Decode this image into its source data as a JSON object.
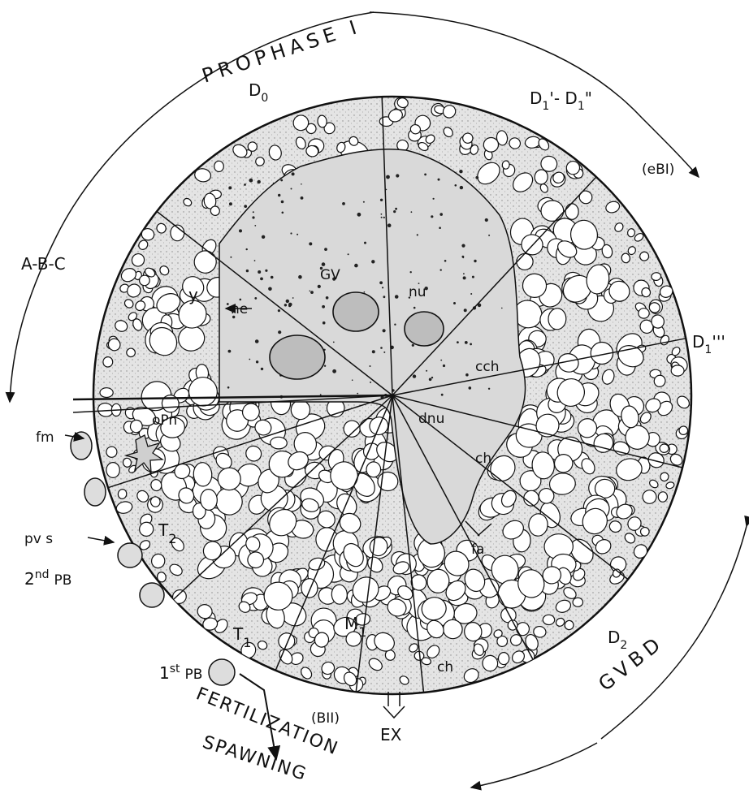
{
  "diagram": {
    "arc_labels": {
      "prophase": "PROPHASE I",
      "gvbd": "GVBD"
    },
    "stage_labels": {
      "d0": "D",
      "d0_sub": "0",
      "d1_d1pp": "D",
      "d1_sub_a": "1",
      "d1_mid": "'- D",
      "d1_sub_b": "1",
      "d1_end": "\"",
      "d1ppp": "D",
      "d1ppp_sub": "1",
      "d1ppp_end": "'''",
      "d2": "D",
      "d2_sub": "2",
      "ebi": "(eBI)",
      "abc": "A-B-C",
      "bii": "(BII)",
      "ex": "EX"
    },
    "structure_labels": {
      "gv": "GV",
      "nu": "nu",
      "ne": "ne",
      "y": "y",
      "cch": "cch",
      "dnu": "dnu",
      "ch_mid": "ch",
      "ch_bottom": "ch",
      "fa": "fa",
      "opn": "oPn",
      "fm": "fm",
      "pvs": "pv s",
      "t2": "T",
      "t2_sub": "2",
      "t1": "T",
      "t1_sub": "1",
      "m1": "M",
      "m1_sub": "1",
      "pb2": "2",
      "pb2_sup": "nd",
      "pb2_end": "PB",
      "pb1": "1",
      "pb1_sup": "st",
      "pb1_end": "PB"
    },
    "bottom_labels": {
      "fertilization": "FERTILIZATION",
      "spawning": "SPAWNING"
    }
  }
}
